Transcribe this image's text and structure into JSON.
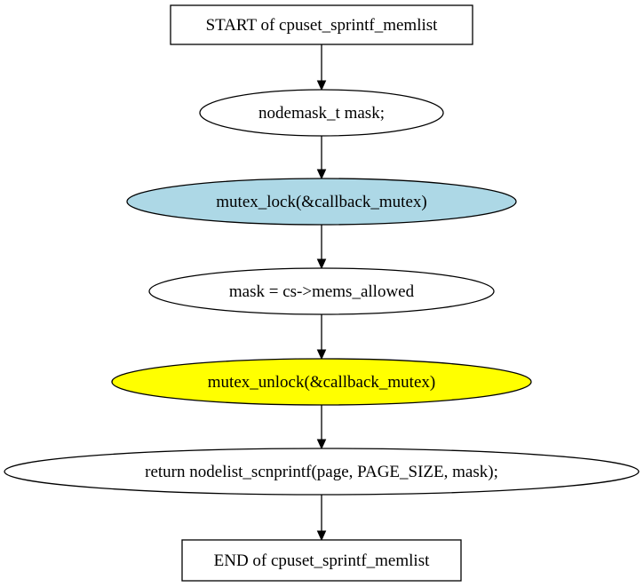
{
  "nodes": [
    {
      "id": "start",
      "shape": "box",
      "label": "START of cpuset_sprintf_memlist",
      "fill": "#ffffff"
    },
    {
      "id": "decl",
      "shape": "ellipse",
      "label": "nodemask_t mask;",
      "fill": "#ffffff"
    },
    {
      "id": "lock",
      "shape": "ellipse",
      "label": "mutex_lock(&callback_mutex)",
      "fill": "#add8e6"
    },
    {
      "id": "assign",
      "shape": "ellipse",
      "label": "mask = cs->mems_allowed",
      "fill": "#ffffff"
    },
    {
      "id": "unlock",
      "shape": "ellipse",
      "label": "mutex_unlock(&callback_mutex)",
      "fill": "#ffff00"
    },
    {
      "id": "ret",
      "shape": "ellipse",
      "label": "return nodelist_scnprintf(page, PAGE_SIZE, mask);",
      "fill": "#ffffff"
    },
    {
      "id": "end",
      "shape": "box",
      "label": "END of cpuset_sprintf_memlist",
      "fill": "#ffffff"
    }
  ],
  "edges": [
    {
      "from": "start",
      "to": "decl"
    },
    {
      "from": "decl",
      "to": "lock"
    },
    {
      "from": "lock",
      "to": "assign"
    },
    {
      "from": "assign",
      "to": "unlock"
    },
    {
      "from": "unlock",
      "to": "ret"
    },
    {
      "from": "ret",
      "to": "end"
    }
  ]
}
